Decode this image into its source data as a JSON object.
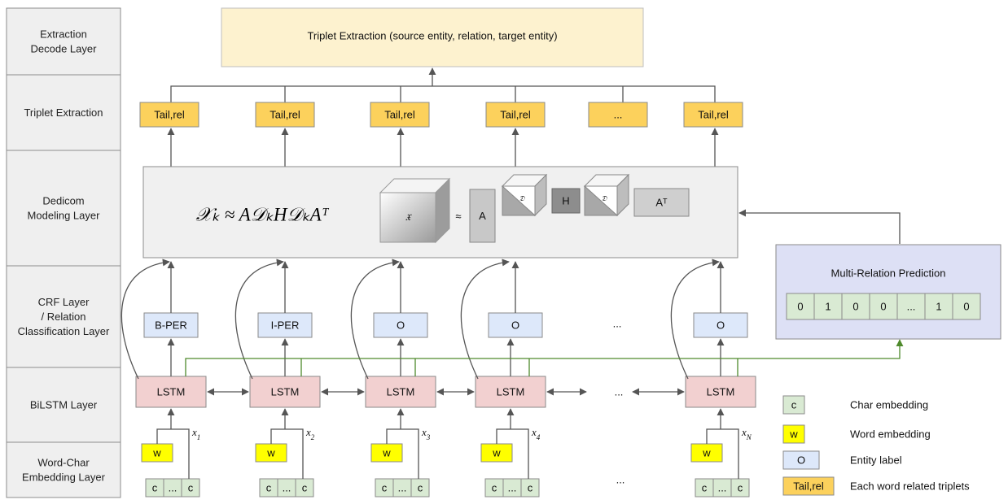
{
  "layers": [
    {
      "id": "extraction-decode",
      "lines": [
        "Extraction",
        "Decode Layer"
      ]
    },
    {
      "id": "triplet-extraction",
      "lines": [
        "Triplet Extraction"
      ]
    },
    {
      "id": "dedicom",
      "lines": [
        "Dedicom",
        "Modeling Layer"
      ]
    },
    {
      "id": "crf",
      "lines": [
        "CRF Layer",
        "/ Relation",
        "Classification Layer"
      ]
    },
    {
      "id": "bilstm",
      "lines": [
        "BiLSTM Layer"
      ]
    },
    {
      "id": "embedding",
      "lines": [
        "Word-Char",
        "Embedding Layer"
      ]
    }
  ],
  "top_box": "Triplet Extraction (source entity, relation, target entity)",
  "triplets": [
    "Tail,rel",
    "Tail,rel",
    "Tail,rel",
    "Tail,rel",
    "...",
    "Tail,rel"
  ],
  "dedicom": {
    "formula": "𝒳ₖ ≈ A𝒟ₖH𝒟ₖAᵀ",
    "cube_label": "𝔛",
    "approx": "≈",
    "a_label": "A",
    "d_label": "𝔇",
    "h_label": "H",
    "at_label": "Aᵀ"
  },
  "labels": [
    "B-PER",
    "I-PER",
    "O",
    "O",
    "O"
  ],
  "lstm": "LSTM",
  "ellipsis": "...",
  "word_box": "w",
  "char_box": "c",
  "char_mid": "...",
  "inputs": [
    {
      "base": "x",
      "sub": "1"
    },
    {
      "base": "x",
      "sub": "2"
    },
    {
      "base": "x",
      "sub": "3"
    },
    {
      "base": "x",
      "sub": "4"
    },
    {
      "base": "x",
      "sub": "N"
    }
  ],
  "multi_relation": {
    "title": "Multi-Relation Prediction",
    "cells": [
      "0",
      "1",
      "0",
      "0",
      "...",
      "1",
      "0"
    ]
  },
  "legend": [
    {
      "kind": "char",
      "sample": "c",
      "text": "Char embedding"
    },
    {
      "kind": "word",
      "sample": "w",
      "text": "Word embedding"
    },
    {
      "kind": "label",
      "sample": "O",
      "text": "Entity label"
    },
    {
      "kind": "triplet",
      "sample": "Tail,rel",
      "text": "Each word related triplets"
    }
  ],
  "colors": {
    "triplet_fill": "#fcd15c",
    "top_fill": "#fdf2cf",
    "lstm_fill": "#f2d0d0",
    "label_fill": "#dde8fa",
    "word_fill": "#ffff00",
    "char_fill": "#d9ead3",
    "mrp_fill": "#dde0f5",
    "dedicom_fill": "#f0f0f0",
    "green_line": "#4f8a2c"
  }
}
